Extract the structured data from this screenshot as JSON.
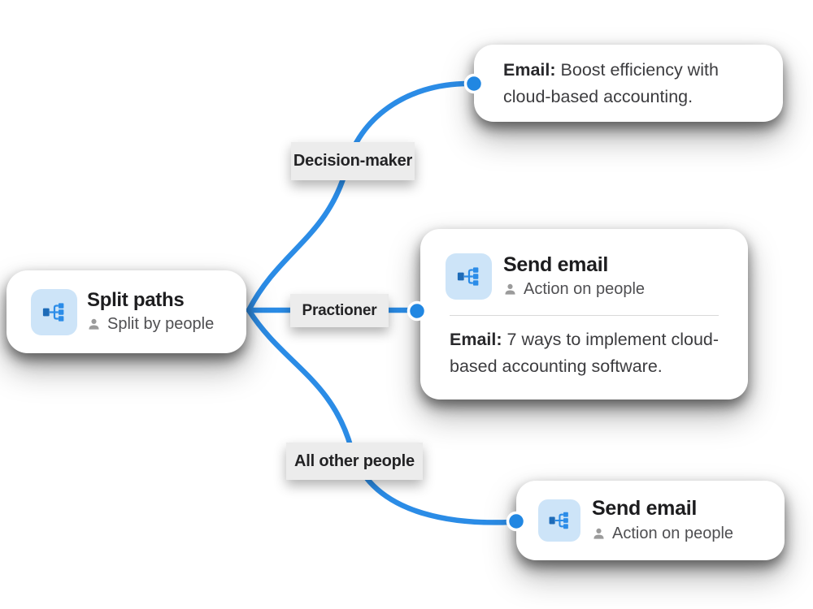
{
  "palette": {
    "connector_blue": "#2B8CE6",
    "dot_blue": "#2187E2",
    "icon_box_bg": "#CDE4F8",
    "icon_dark_blue": "#1E6BB8",
    "icon_mid_blue": "#2B8CE8",
    "label_bg": "#ECECEC",
    "card_bg": "#ffffff"
  },
  "split_card": {
    "title": "Split paths",
    "subtitle": "Split by people"
  },
  "branches": {
    "decision": "Decision-maker",
    "practitioner": "Practioner",
    "all_other": "All other people"
  },
  "top_card": {
    "lead": "Email:",
    "text": "Boost efficiency with cloud-based accounting."
  },
  "mid_card": {
    "title": "Send email",
    "subtitle": "Action on people",
    "lead": "Email:",
    "text": "7 ways to implement cloud-based accounting software."
  },
  "bottom_card": {
    "title": "Send email",
    "subtitle": "Action on people"
  }
}
